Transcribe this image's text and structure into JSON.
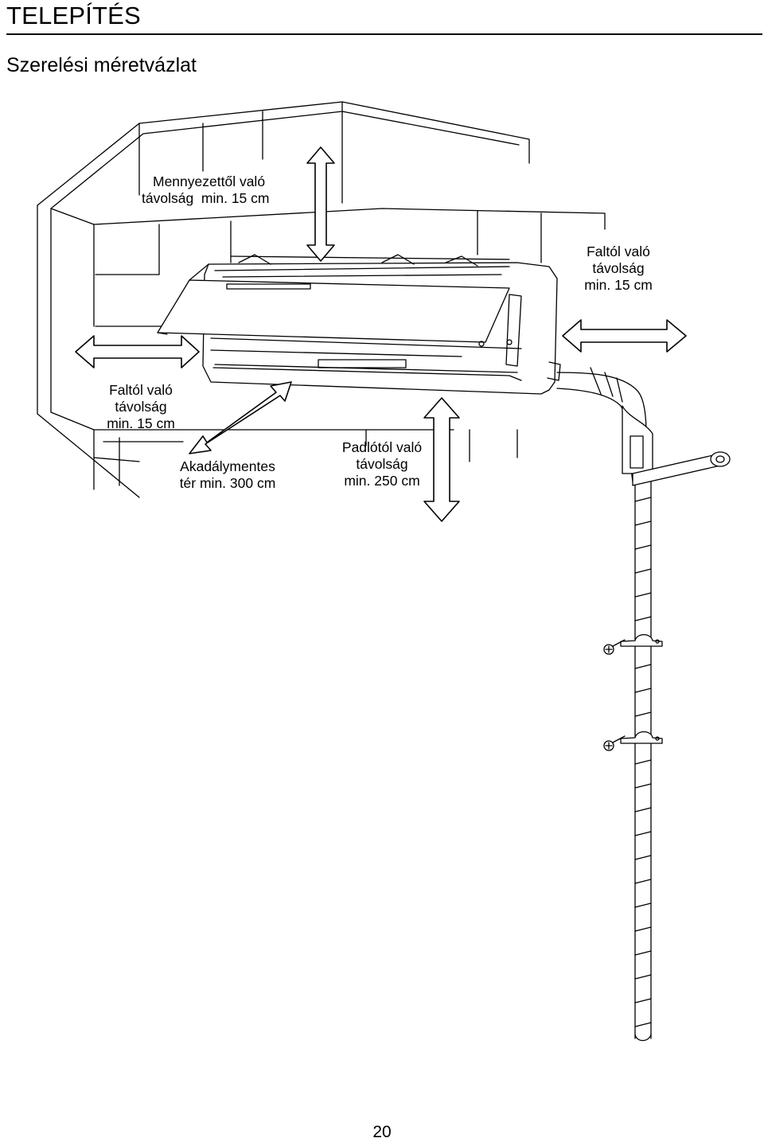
{
  "header": {
    "section_title": "TELEPÍTÉS",
    "subtitle": "Szerelési méretvázlat"
  },
  "labels": {
    "ceiling": {
      "line1": "Mennyezettől való",
      "line2": "távolság  min. 15 cm"
    },
    "wall_right": {
      "line1": "Faltól való",
      "line2": "távolság",
      "line3": "min. 15 cm"
    },
    "wall_left": {
      "line1": "Faltól való",
      "line2": "távolság",
      "line3": "min. 15 cm"
    },
    "obstacle_free": {
      "line1": "Akadálymentes",
      "line2": "tér min. 300 cm"
    },
    "floor": {
      "line1": "Padlótól való",
      "line2": "távolság",
      "line3": "min. 250 cm"
    }
  },
  "footer": {
    "page_number": "20"
  },
  "icons": [
    "double-arrow-icon",
    "screw-icon",
    "pipe-clamp-icon"
  ]
}
